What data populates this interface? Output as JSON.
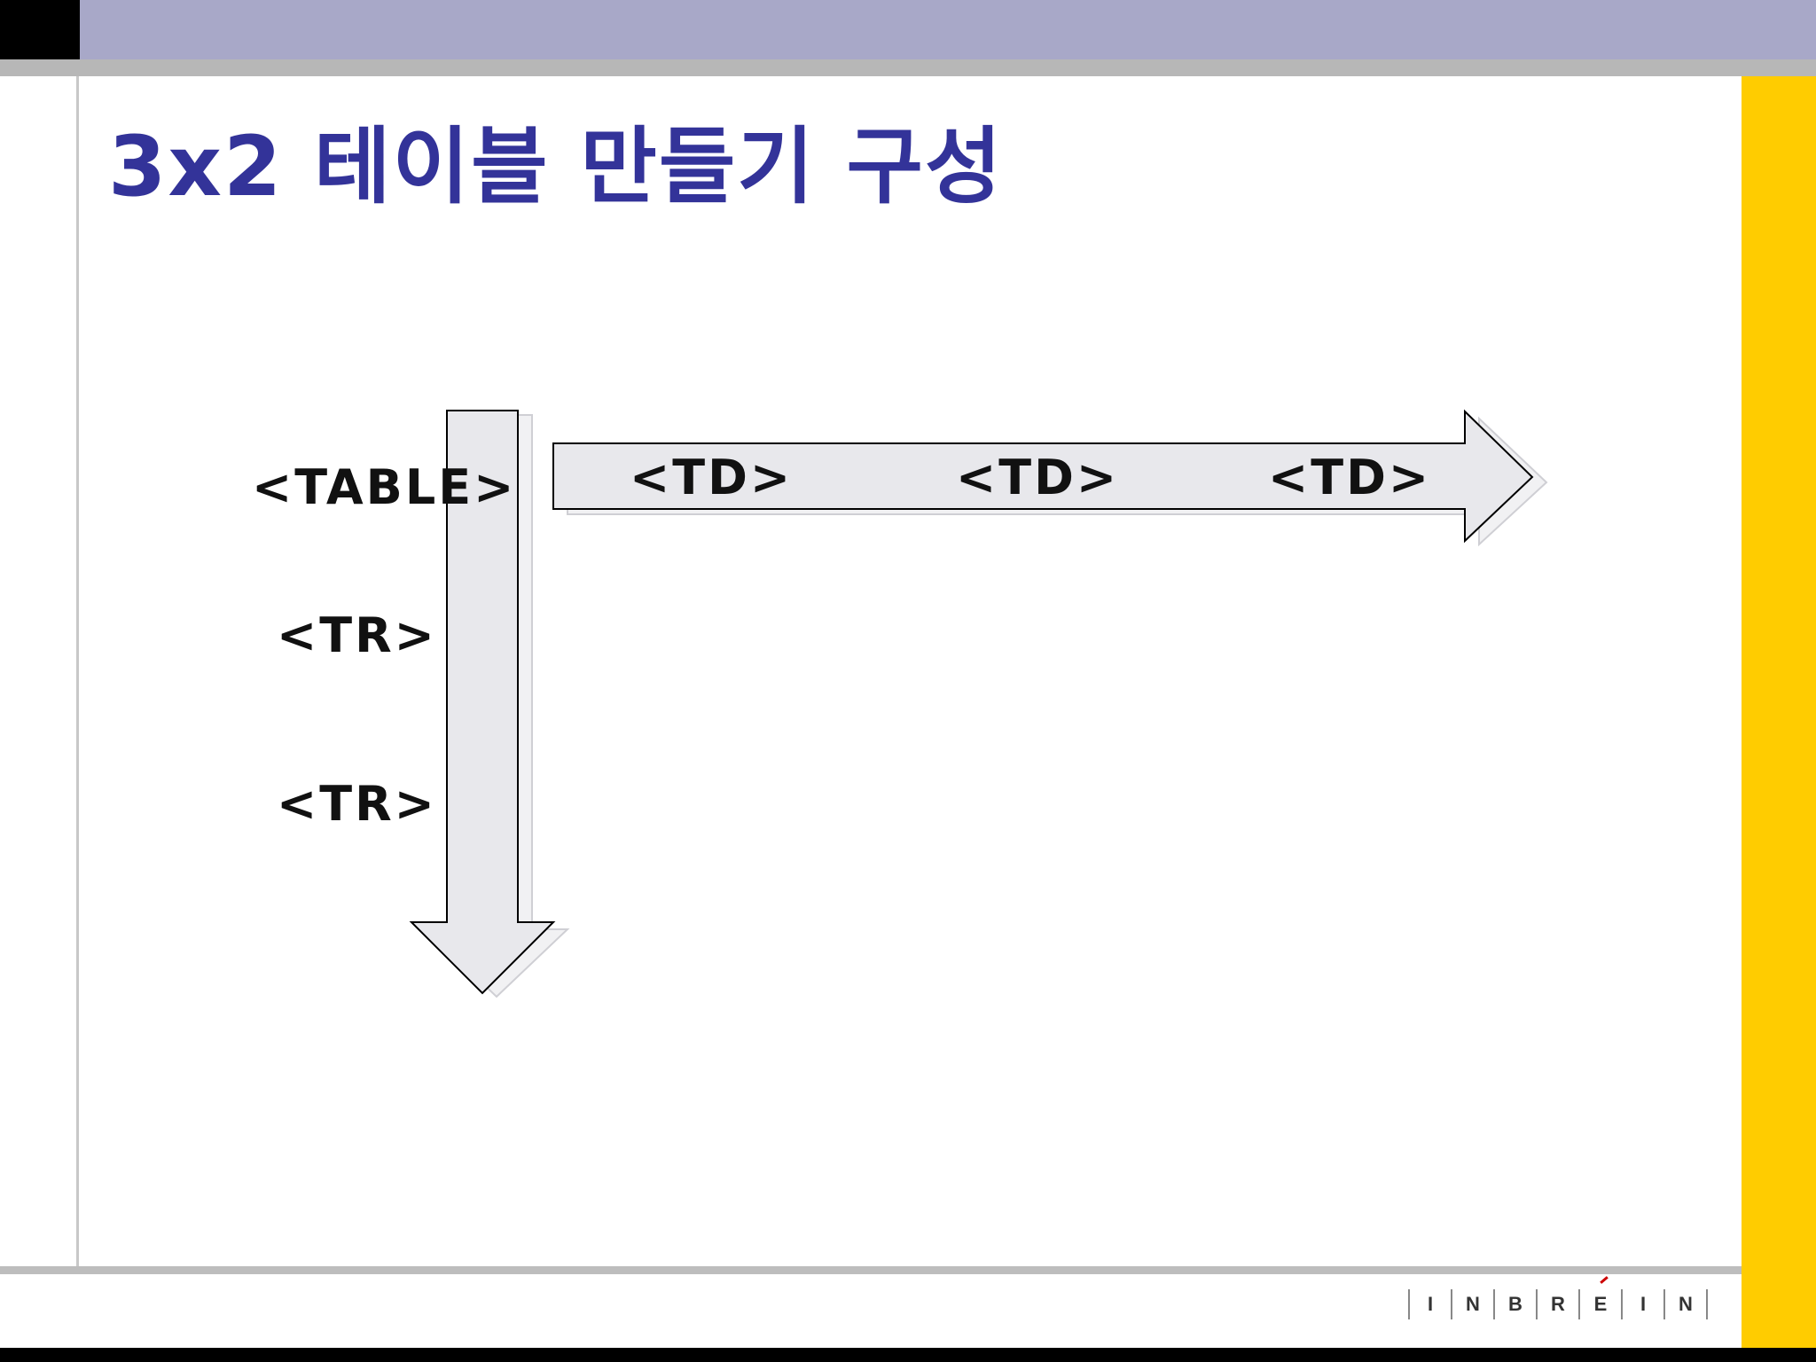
{
  "slide": {
    "title": "3x2  테이블 만들기 구성"
  },
  "diagram": {
    "table_label": "<TABLE>",
    "rows": [
      "<TR>",
      "<TR>"
    ],
    "cells": [
      "<TD>",
      "<TD>",
      "<TD>"
    ]
  },
  "footer": {
    "brand_letters": [
      "I",
      "N",
      "B",
      "R",
      "E",
      "I",
      "N"
    ]
  },
  "colors": {
    "title": "#333399",
    "top_bar": "#a8a8c8",
    "accent_strip": "#ffcc00",
    "arrow_fill": "#e8e8ec"
  }
}
